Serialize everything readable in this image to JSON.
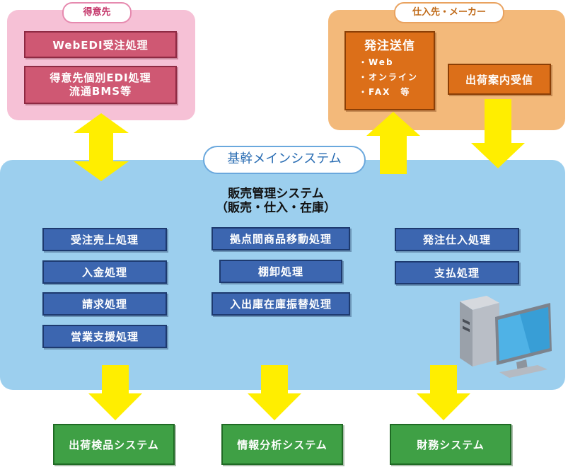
{
  "customers": {
    "label": "得意先",
    "boxes": [
      "WebEDI受注処理",
      "得意先個別EDI処理",
      "流通BMS等"
    ]
  },
  "suppliers": {
    "label": "仕入先・メーカー",
    "send_title": "発注送信",
    "send_items": [
      "・Web",
      "・オンライン",
      "・FAX　等"
    ],
    "receive": "出荷案内受信"
  },
  "core": {
    "label": "基幹メインシステム",
    "title_line1": "販売管理システム",
    "title_line2": "（販売・仕入・在庫）",
    "left": [
      "受注売上処理",
      "入金処理",
      "請求処理",
      "営業支援処理"
    ],
    "middle": [
      "拠点間商品移動処理",
      "棚卸処理",
      "入出庫在庫振替処理"
    ],
    "right": [
      "発注仕入処理",
      "支払処理"
    ]
  },
  "outputs": [
    "出荷検品システム",
    "情報分析システム",
    "財務システム"
  ],
  "colors": {
    "arrow": "#ffee00",
    "pink_box": "#cf5873",
    "orange_box": "#dc6f19",
    "blue_box": "#3c66b0",
    "green_box": "#3fa045",
    "core_panel": "#9ccfee"
  },
  "icons": [
    "computer-icon"
  ]
}
